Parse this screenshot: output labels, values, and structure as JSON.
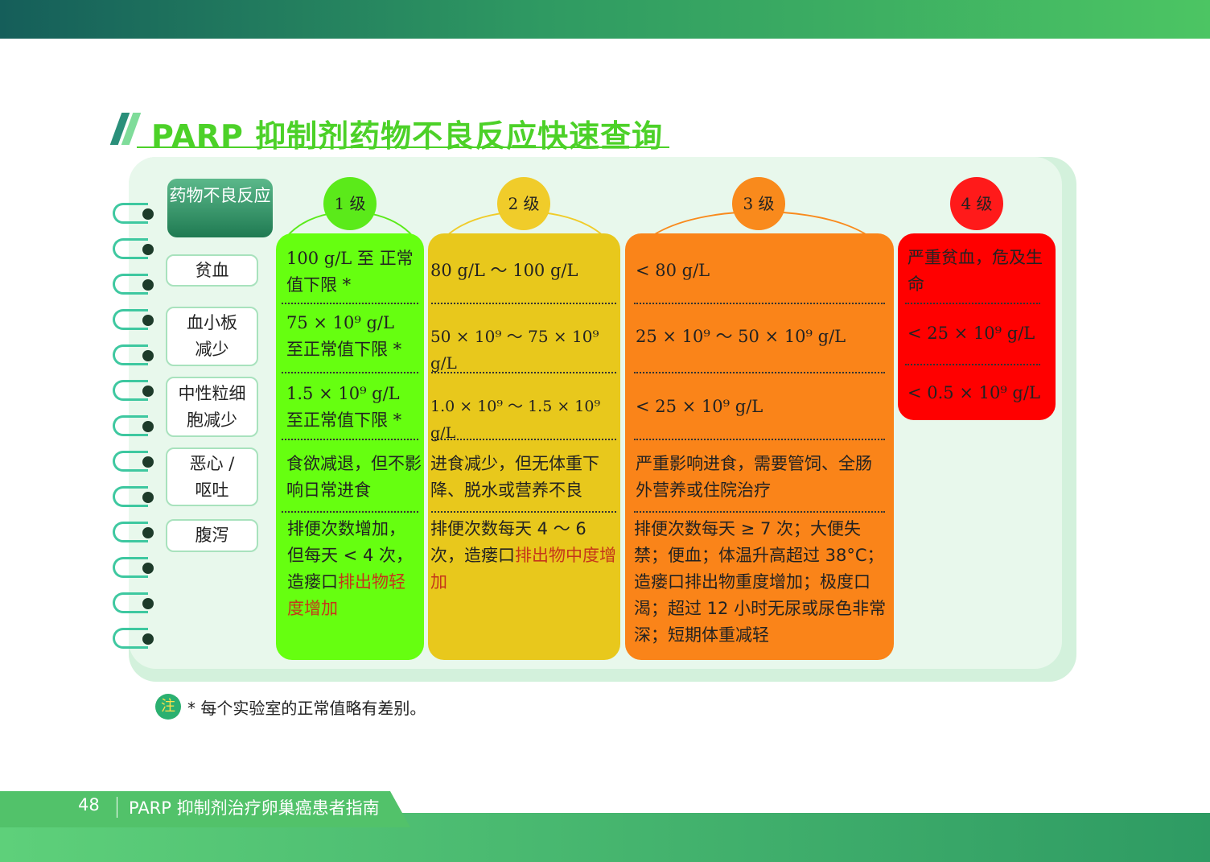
{
  "title": "PARP 抑制剂药物不良反应快速查询",
  "header_label": "药物不良反应",
  "grades": [
    {
      "label": "1 级",
      "color": "#66ff10",
      "circle": "#5bea1a"
    },
    {
      "label": "2 级",
      "color": "#e8c81c",
      "circle": "#f0cc2a"
    },
    {
      "label": "3 级",
      "color": "#fa8419",
      "circle": "#f98a1c"
    },
    {
      "label": "4 级",
      "color": "#ff0000",
      "circle": "#ff1a1a"
    }
  ],
  "rows": [
    {
      "label": "贫血",
      "cells": [
        "100 g/L  至  正常值下限 *",
        "80 g/L ～ 100 g/L",
        "< 80 g/L",
        "严重贫血，危及生命"
      ]
    },
    {
      "label": "血小板减少",
      "cells": [
        "75 × 10⁹ g/L  至正常值下限 *",
        "50 × 10⁹ ～ 75 × 10⁹ g/L",
        "25 × 10⁹ ～ 50 × 10⁹ g/L",
        "< 25 × 10⁹ g/L"
      ]
    },
    {
      "label": "中性粒细胞减少",
      "cells": [
        "1.5 × 10⁹ g/L  至正常值下限 *",
        "1.0 × 10⁹ ～ 1.5 × 10⁹ g/L",
        "< 25 × 10⁹ g/L",
        "< 0.5 × 10⁹ g/L"
      ]
    },
    {
      "label": "恶心 / 呕吐",
      "cells": [
        "食欲减退，但不影响日常进食",
        "进食减少，但无体重下降、脱水或营养不良",
        "严重影响进食，需要管饲、全肠外营养或住院治疗"
      ]
    },
    {
      "label": "腹泻",
      "cells": [
        "排便次数增加，但每天 < 4 次，造瘘口",
        "排便次数每天 4 ～ 6 次，造瘘口",
        "排便次数每天 ≥ 7 次；大便失禁；便血；体温升高超过 38°C；造瘘口排出物重度增加；极度口渴；超过 12 小时无尿或尿色非常深；短期体重减轻"
      ],
      "highlights": [
        "排出物轻度增加",
        "排出物中度增加"
      ]
    }
  ],
  "note_icon": "注",
  "note": "* 每个实验室的正常值略有差别。",
  "footer": {
    "page": "48",
    "title": "PARP 抑制剂治疗卵巢癌患者指南"
  }
}
